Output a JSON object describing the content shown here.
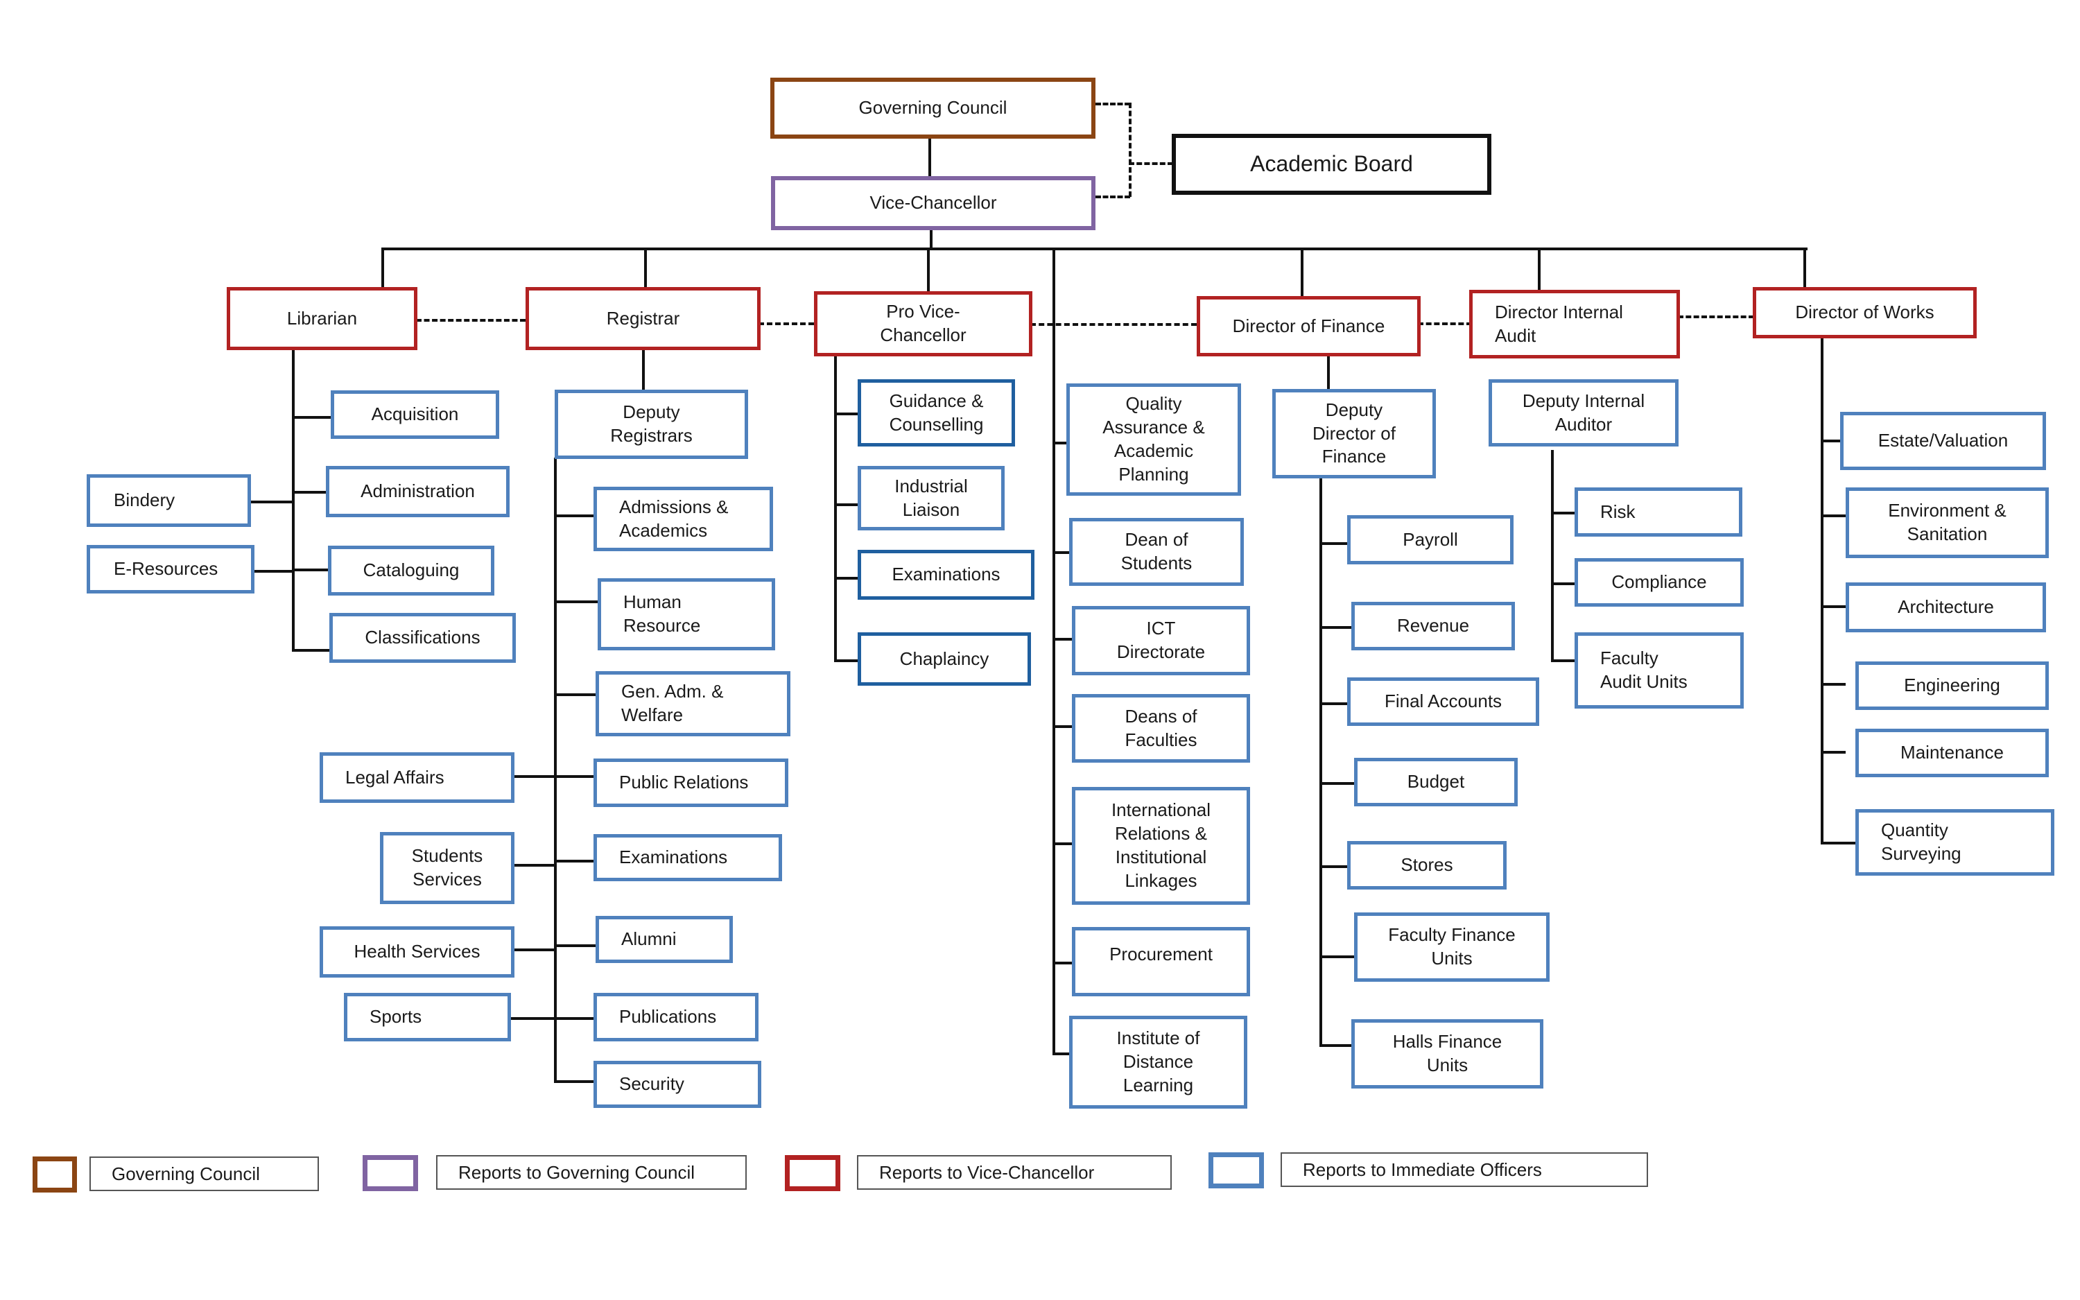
{
  "colors": {
    "governing_council": "#8B4513",
    "reports_to_governing_council": "#8064A2",
    "reports_to_vice_chancellor": "#B22222",
    "reports_to_immediate_officers": "#4F81BD"
  },
  "top": {
    "governing_council": "Governing Council",
    "vice_chancellor": "Vice-Chancellor",
    "academic_board": "Academic Board"
  },
  "officers": {
    "librarian": "Librarian",
    "registrar": "Registrar",
    "pro_vice_chancellor": "Pro Vice-\nChancellor",
    "director_of_finance": "Director of Finance",
    "director_internal_audit": "Director Internal\nAudit",
    "director_of_works": "Director of Works"
  },
  "librarian_units": {
    "acquisition": "Acquisition",
    "administration": "Administration",
    "cataloguing": "Cataloguing",
    "classifications": "Classifications",
    "bindery": "Bindery",
    "e_resources": "E-Resources"
  },
  "registrar_units": {
    "deputy_registrars": "Deputy\nRegistrars",
    "admissions_academics": "Admissions &\nAcademics",
    "human_resource": "Human\nResource",
    "gen_adm_welfare": "Gen. Adm. &\nWelfare",
    "public_relations": "Public Relations",
    "examinations": "Examinations",
    "alumni": "Alumni",
    "publications": "Publications",
    "security": "Security",
    "legal_affairs": "Legal Affairs",
    "students_services": "Students\nServices",
    "health_services": "Health Services",
    "sports": "Sports"
  },
  "pvc_units": {
    "guidance_counselling": "Guidance &\nCounselling",
    "industrial_liaison": "Industrial\nLiaison",
    "examinations": "Examinations",
    "chaplaincy": "Chaplaincy"
  },
  "vc_direct_units": {
    "quality_assurance": "Quality\nAssurance &\nAcademic\nPlanning",
    "dean_of_students": "Dean of\nStudents",
    "ict_directorate": "ICT\nDirectorate",
    "deans_of_faculties": "Deans of\nFaculties",
    "international_relations": "International\nRelations &\nInstitutional\nLinkages",
    "procurement": "Procurement",
    "institute_distance_learning": "Institute of\nDistance\nLearning"
  },
  "finance_units": {
    "deputy_director_finance": "Deputy\nDirector of\nFinance",
    "payroll": "Payroll",
    "revenue": "Revenue",
    "final_accounts": "Final Accounts",
    "budget": "Budget",
    "stores": "Stores",
    "faculty_finance_units": "Faculty Finance\nUnits",
    "halls_finance_units": "Halls Finance\nUnits"
  },
  "audit_units": {
    "deputy_internal_auditor": "Deputy Internal\nAuditor",
    "risk": "Risk",
    "compliance": "Compliance",
    "faculty_audit_units": "Faculty\nAudit Units"
  },
  "works_units": {
    "estate_valuation": "Estate/Valuation",
    "environment_sanitation": "Environment &\nSanitation",
    "architecture": "Architecture",
    "engineering": "Engineering",
    "maintenance": "Maintenance",
    "quantity_surveying": "Quantity\nSurveying"
  },
  "legend": {
    "governing_council": "Governing Council",
    "reports_to_governing_council": "Reports to Governing Council",
    "reports_to_vice_chancellor": "Reports to Vice-Chancellor",
    "reports_to_immediate_officers": "Reports to Immediate Officers"
  }
}
